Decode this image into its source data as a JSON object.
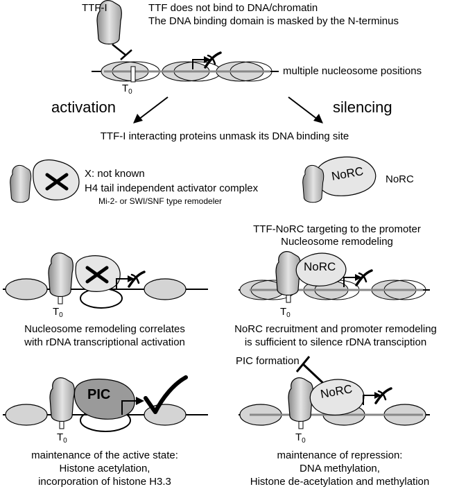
{
  "top": {
    "ttf_label": "TTF-I",
    "line1": "TTF does not bind to DNA/chromatin",
    "line2": "The DNA binding domain is masked by the N-terminus",
    "nucleosome_label": "multiple nucleosome positions",
    "t0": "T",
    "t0_sub": "0"
  },
  "branches": {
    "activation": "activation",
    "silencing": "silencing",
    "unmask": "TTF-I interacting proteins unmask its DNA binding site"
  },
  "activation": {
    "complex_letter": "X",
    "x_note": "X: not known",
    "complex_line1": "H4 tail independent activator complex",
    "complex_line2": "Mi-2- or SWI/SNF type remodeler",
    "caption1_line1": "Nucleosome remodeling correlates",
    "caption1_line2": "with rDNA transcriptional activation",
    "pic_label": "PIC",
    "caption2_line1": "maintenance of the active state:",
    "caption2_line2": "Histone acetylation,",
    "caption2_line3": "incorporation of histone H3.3"
  },
  "silencing": {
    "norc_label": "NoRC",
    "norc_side_label": "NoRC",
    "targeting_line1": "TTF-NoRC targeting to the promoter",
    "targeting_line2": "Nucleosome remodeling",
    "caption1_line1": "NoRC recruitment and promoter remodeling",
    "caption1_line2": "is sufficient to silence rDNA transciption",
    "pic_formation": "PIC formation",
    "caption2_line1": "maintenance of repression:",
    "caption2_line2": "DNA methylation,",
    "caption2_line3": "Histone de-acetylation and methylation"
  }
}
